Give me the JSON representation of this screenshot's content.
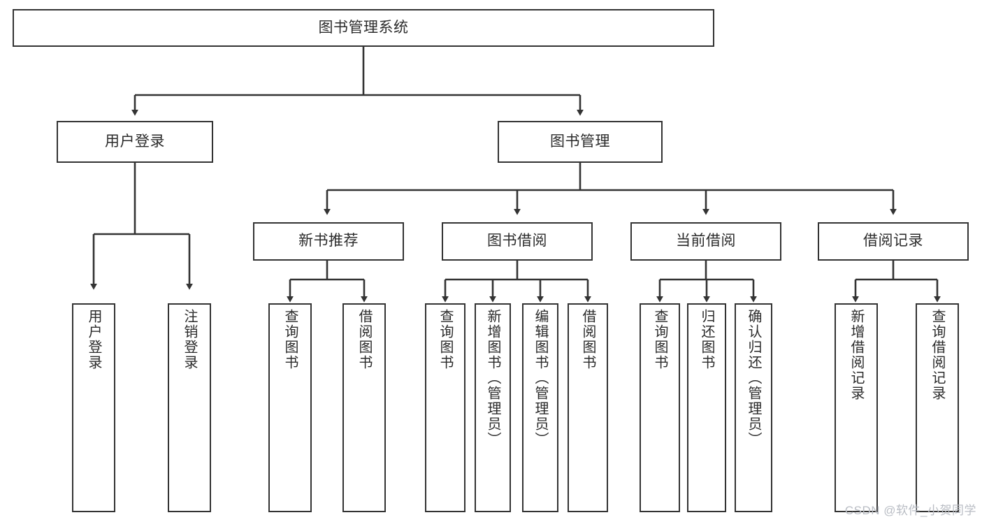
{
  "diagram": {
    "title": "图书管理系统",
    "type": "tree-hierarchy-chart",
    "watermark": "CSDN @软件_小贺同学",
    "colors": {
      "background": "#ffffff",
      "node_border": "#333333",
      "node_fill": "#ffffff",
      "text": "#2b2b2b",
      "edge": "#333333",
      "watermark": "#b9bdc4"
    },
    "nodes": {
      "root": {
        "label": "图书管理系统"
      },
      "level1": [
        {
          "id": "user-login",
          "label": "用户登录"
        },
        {
          "id": "book-management",
          "label": "图书管理"
        }
      ],
      "level2": [
        {
          "id": "new-book-recommend",
          "label": "新书推荐"
        },
        {
          "id": "book-borrow",
          "label": "图书借阅"
        },
        {
          "id": "current-borrow",
          "label": "当前借阅"
        },
        {
          "id": "borrow-record",
          "label": "借阅记录"
        }
      ],
      "leaves": {
        "user-login": [
          {
            "id": "leaf-user-login",
            "label": "用户登录"
          },
          {
            "id": "leaf-logout-login",
            "label": "注销登录"
          }
        ],
        "new-book-recommend": [
          {
            "id": "leaf-query-book-1",
            "label": "查询图书"
          },
          {
            "id": "leaf-borrow-book-1",
            "label": "借阅图书"
          }
        ],
        "book-borrow": [
          {
            "id": "leaf-query-book-2",
            "label": "查询图书"
          },
          {
            "id": "leaf-add-book",
            "label": "新增图书（管理员）"
          },
          {
            "id": "leaf-edit-book",
            "label": "编辑图书（管理员）"
          },
          {
            "id": "leaf-borrow-book-2",
            "label": "借阅图书"
          }
        ],
        "current-borrow": [
          {
            "id": "leaf-query-book-3",
            "label": "查询图书"
          },
          {
            "id": "leaf-return-book",
            "label": "归还图书"
          },
          {
            "id": "leaf-confirm-return",
            "label": "确认归还（管理员）"
          }
        ],
        "borrow-record": [
          {
            "id": "leaf-add-record",
            "label": "新增借阅记录"
          },
          {
            "id": "leaf-query-record",
            "label": "查询借阅记录"
          }
        ]
      }
    }
  }
}
